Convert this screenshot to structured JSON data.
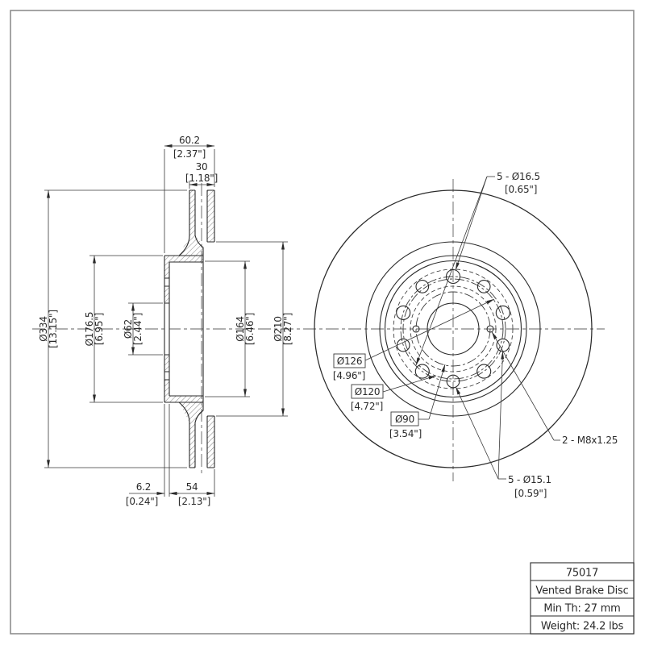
{
  "title_block": {
    "part_number": "75017",
    "product": "Vented Brake Disc",
    "min_thickness": "Min Th: 27 mm",
    "weight": "Weight: 24.2 lbs"
  },
  "section": {
    "width_overall": {
      "mm": "60.2",
      "in": "[2.37\"]"
    },
    "width_ring": {
      "mm": "30",
      "in": "[1.18\"]"
    },
    "dia_outer": {
      "mm": "Ø334",
      "in": "[13.15\"]"
    },
    "dia_hat_flange": {
      "mm": "Ø176.5",
      "in": "[6.95\"]"
    },
    "dia_bore": {
      "mm": "Ø62",
      "in": "[2.44\"]"
    },
    "dia_hat_inner": {
      "mm": "Ø164",
      "in": "[6.46\"]"
    },
    "dia_friction_inner": {
      "mm": "Ø210",
      "in": "[8.27\"]"
    },
    "flange_offset": {
      "mm": "6.2",
      "in": "[0.24\"]"
    },
    "hat_depth": {
      "mm": "54",
      "in": "[2.13\"]"
    }
  },
  "front": {
    "lug_holes_large": {
      "label": "5 - Ø16.5",
      "in": "[0.65\"]"
    },
    "lug_holes_small": {
      "label": "5 - Ø15.1",
      "in": "[0.59\"]"
    },
    "thread_holes": {
      "label": "2 - M8x1.25"
    },
    "dia_bolt_circle": {
      "mm": "Ø126",
      "in": "[4.96\"]"
    },
    "dia_counterbore": {
      "mm": "Ø120",
      "in": "[4.72\"]"
    },
    "dia_thread_circle": {
      "mm": "Ø90",
      "in": "[3.54\"]"
    }
  }
}
